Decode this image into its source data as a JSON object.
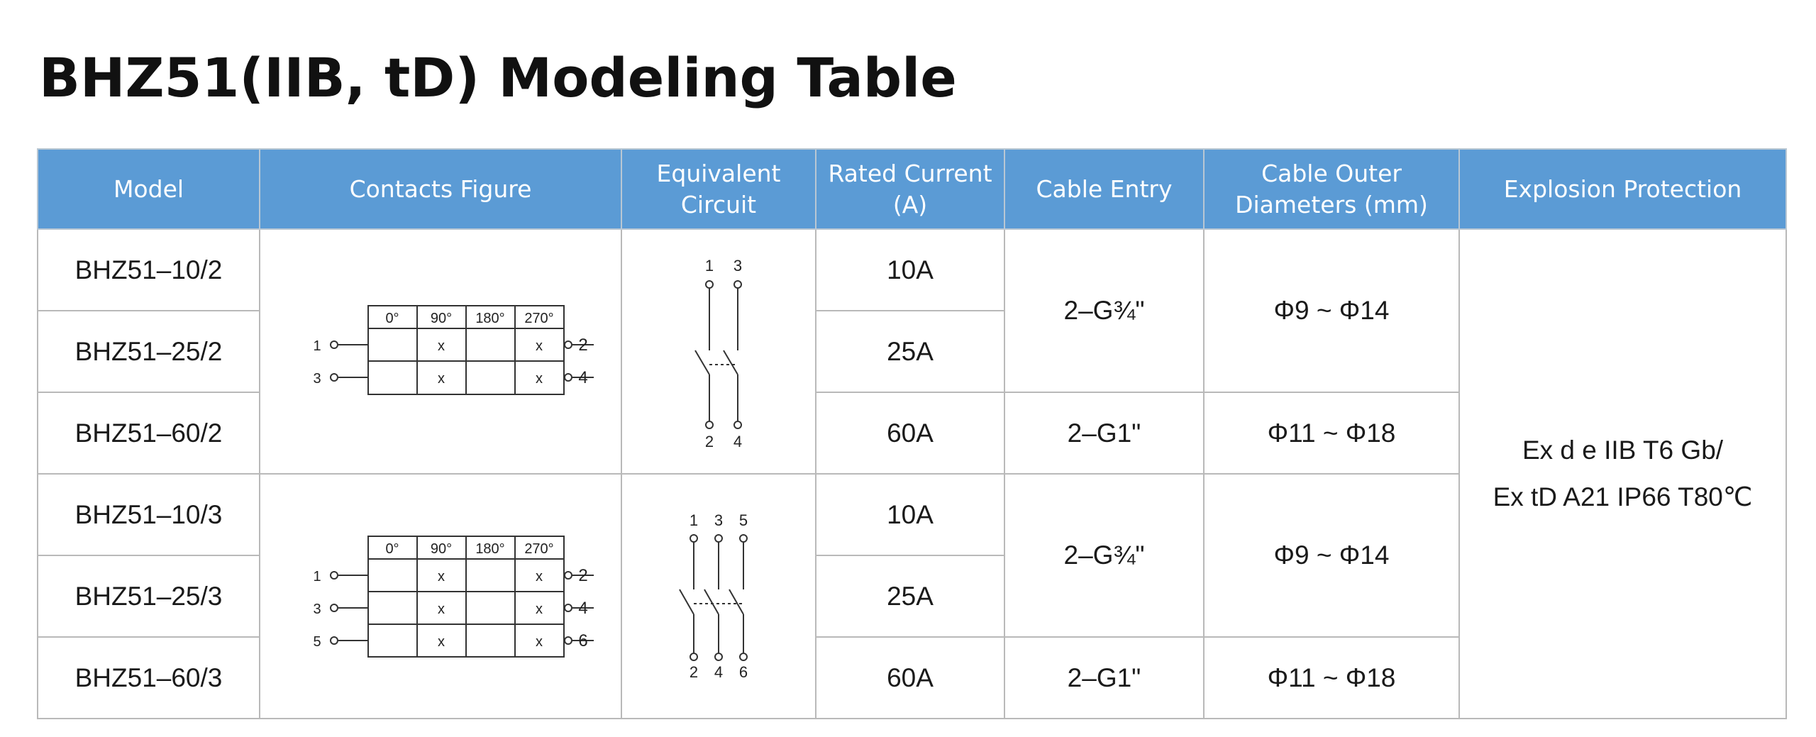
{
  "title": "BHZ51(IIB, tD) Modeling Table",
  "headers": {
    "model": "Model",
    "contacts": "Contacts Figure",
    "circuit_1": "Equivalent",
    "circuit_2": "Circuit",
    "current_1": "Rated Current",
    "current_2": "(A)",
    "entry": "Cable Entry",
    "diam_1": "Cable Outer",
    "diam_2": "Diameters (mm)",
    "protection": "Explosion Protection"
  },
  "rows": [
    {
      "model": "BHZ51–10/2",
      "current": "10A"
    },
    {
      "model": "BHZ51–25/2",
      "current": "25A"
    },
    {
      "model": "BHZ51–60/2",
      "current": "60A"
    },
    {
      "model": "BHZ51–10/3",
      "current": "10A"
    },
    {
      "model": "BHZ51–25/3",
      "current": "25A"
    },
    {
      "model": "BHZ51–60/3",
      "current": "60A"
    }
  ],
  "cable_entry": {
    "g34": "2–G¾\"",
    "g1": "2–G1\""
  },
  "diameters": {
    "small": "Φ9 ~ Φ14",
    "large": "Φ11 ~ Φ18"
  },
  "protection": {
    "line1": "Ex d e IIB T6 Gb/",
    "line2": "Ex tD A21 IP66 T80℃"
  },
  "contacts_figure": {
    "angles": [
      "0°",
      "90°",
      "180°",
      "270°"
    ],
    "mark": "x",
    "two_pole": {
      "left": [
        "1",
        "3"
      ],
      "right": [
        "2",
        "4"
      ]
    },
    "three_pole": {
      "left": [
        "1",
        "3",
        "5"
      ],
      "right": [
        "2",
        "4",
        "6"
      ]
    }
  },
  "equivalent_circuit": {
    "two_pole": {
      "top": [
        "1",
        "3"
      ],
      "bottom": [
        "2",
        "4"
      ]
    },
    "three_pole": {
      "top": [
        "1",
        "3",
        "5"
      ],
      "bottom": [
        "2",
        "4",
        "6"
      ]
    }
  }
}
